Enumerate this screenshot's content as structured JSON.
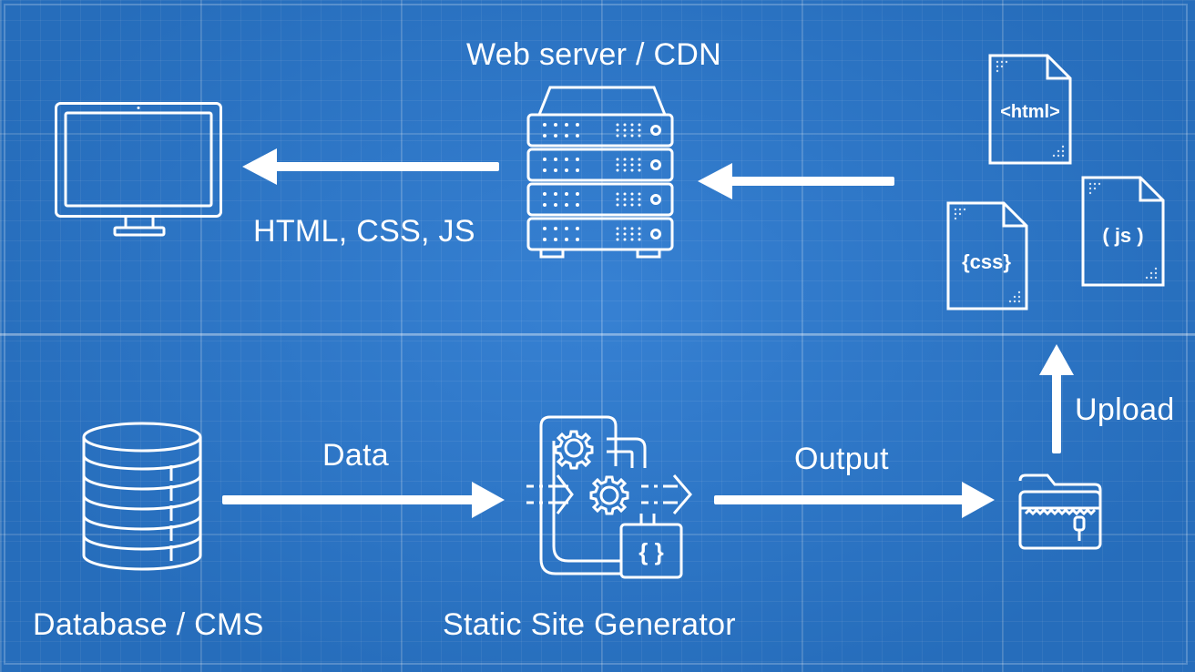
{
  "diagram": {
    "nodes": {
      "web_server": {
        "label": "Web server / CDN",
        "icon": "server-rack-icon"
      },
      "monitor": {
        "icon": "monitor-icon"
      },
      "files": {
        "html": {
          "text": "<html>",
          "icon": "html-file-icon"
        },
        "css": {
          "text": "{css}",
          "icon": "css-file-icon"
        },
        "js": {
          "text": "( js )",
          "icon": "js-file-icon"
        }
      },
      "database": {
        "label": "Database / CMS",
        "icon": "database-icon"
      },
      "generator": {
        "label": "Static Site Generator",
        "icon": "static-site-generator-icon",
        "badge": "{ }"
      },
      "folder": {
        "icon": "zip-folder-icon"
      }
    },
    "edges": [
      {
        "from": "files",
        "to": "web_server",
        "label": ""
      },
      {
        "from": "web_server",
        "to": "monitor",
        "label": "HTML, CSS, JS"
      },
      {
        "from": "database",
        "to": "generator",
        "label": "Data"
      },
      {
        "from": "generator",
        "to": "folder",
        "label": "Output"
      },
      {
        "from": "folder",
        "to": "files",
        "label": "Upload"
      }
    ],
    "colors": {
      "background": "#2a79d0",
      "stroke": "#ffffff"
    }
  }
}
